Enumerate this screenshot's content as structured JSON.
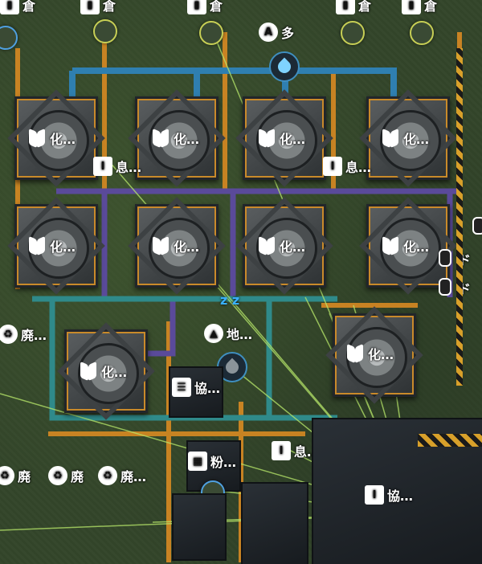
{
  "colors": {
    "pipe_blue": "#2f7fb0",
    "pipe_purple": "#5a4a9a",
    "pipe_teal": "#2f8a8a",
    "belt_orange": "#d88a22",
    "power_line": "#b8e86a",
    "text": "#ffffff"
  },
  "top_row": {
    "bus_labels": [
      "倉",
      "倉",
      "倉",
      "倉",
      "倉"
    ],
    "multi_label": "多"
  },
  "chem_plants": [
    {
      "label": "化…"
    },
    {
      "label": "化…"
    },
    {
      "label": "化…"
    },
    {
      "label": "化…"
    },
    {
      "label": "化…"
    },
    {
      "label": "化…"
    },
    {
      "label": "化…"
    },
    {
      "label": "化…"
    },
    {
      "label": "化…"
    },
    {
      "label": "化…"
    }
  ],
  "labels": {
    "rest_1": "息…",
    "rest_2": "息…",
    "rest_3": "息…",
    "scrap_1": "廃…",
    "scrap_2": "廃",
    "scrap_3": "廃",
    "scrap_4": "廃…",
    "earth": "地…",
    "assoc_1": "協…",
    "assoc_2": "協…",
    "powder": "粉…",
    "drag_1": "ド",
    "drag_2": "ド",
    "sleep": "z z"
  },
  "icons": {
    "chem": "chemical-plant-icon",
    "water": "water-drop-icon",
    "crude": "crude-drop-icon",
    "recycle": "recycle-icon",
    "mouse": "mouse-icon",
    "pole": "power-pole-icon"
  }
}
